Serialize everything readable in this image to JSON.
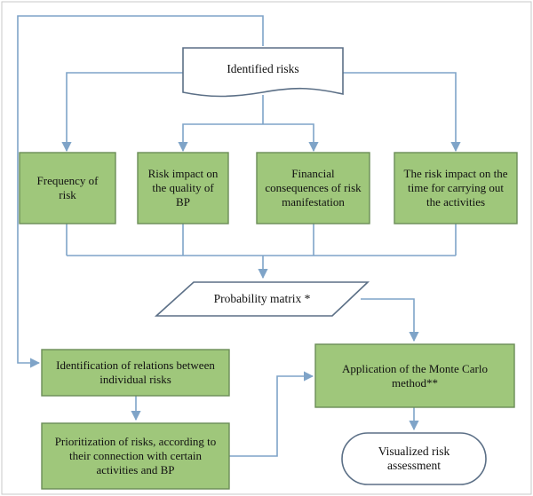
{
  "colors": {
    "box_fill": "#9fc77b",
    "box_stroke": "#6b8d57",
    "line": "#7fa4c8",
    "outline": "#5b6f86",
    "frame": "#c9c9c9"
  },
  "nodes": {
    "identified_risks": {
      "label": "Identified risks"
    },
    "frequency": {
      "label": "Frequency of risk"
    },
    "quality_bp": {
      "label": "Risk impact on the quality of BP"
    },
    "financial": {
      "label": "Financial consequences of risk manifestation"
    },
    "time_impact": {
      "label": "The risk impact on the time for carrying out the activities"
    },
    "probability_matrix": {
      "label": "Probability matrix *"
    },
    "identification_relations": {
      "label": "Identification of relations between individual risks"
    },
    "monte_carlo": {
      "label": "Application of the Monte Carlo method**"
    },
    "prioritization": {
      "label": "Prioritization of risks, according to their connection with certain activities and BP"
    },
    "visualized": {
      "label": "Visualized risk assessment"
    }
  }
}
